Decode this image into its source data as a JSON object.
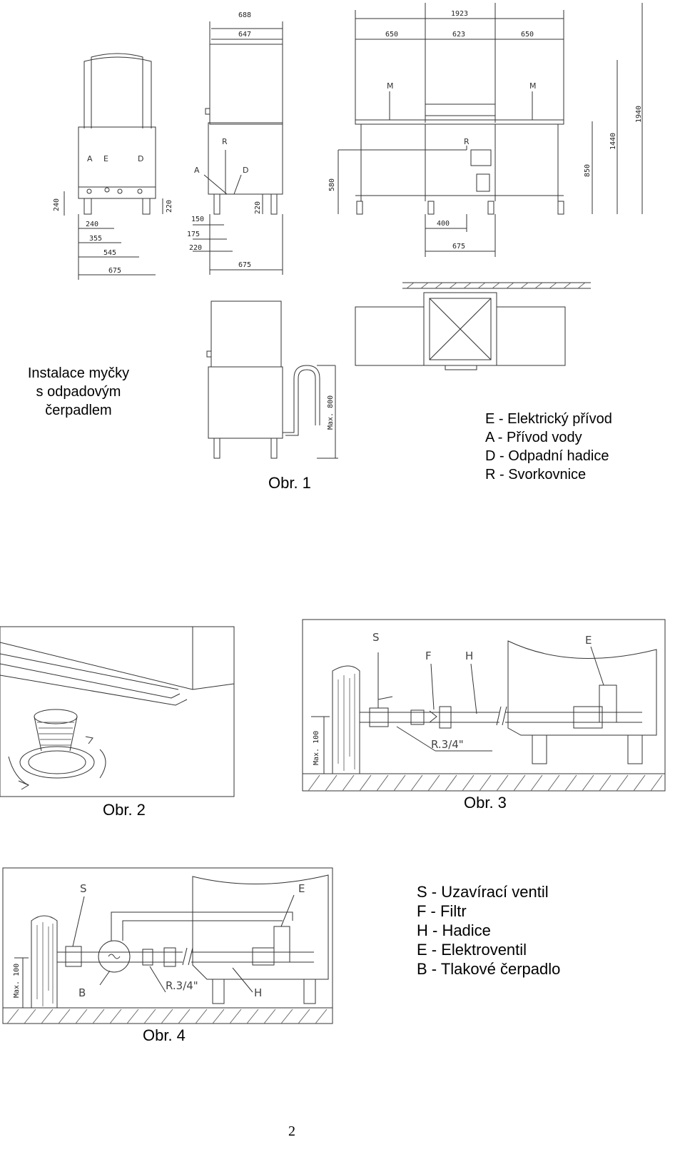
{
  "heading": [
    "Instalace myčky",
    "s odpadovým",
    "čerpadlem"
  ],
  "figures": {
    "obr1": "Obr. 1",
    "obr2": "Obr. 2",
    "obr3": "Obr. 3",
    "obr4": "Obr. 4"
  },
  "legend_connections": [
    "E - Elektrický přívod",
    "A - Přívod vody",
    "D - Odpadní hadice",
    "R - Svorkovnice"
  ],
  "legend_components": [
    "S - Uzavírací ventil",
    "F - Filtr",
    "H - Hadice",
    "E - Elektroventil",
    "B - Tlakové čerpadlo"
  ],
  "page_number": "2",
  "drawing_labels": {
    "front_view": {
      "dims_bottom": [
        "240",
        "355",
        "545",
        "675"
      ],
      "dims_side": [
        "240",
        "220"
      ],
      "points": [
        "A",
        "E",
        "D"
      ]
    },
    "side_view": {
      "dims_top": [
        "688",
        "647"
      ],
      "dims_bottom": [
        "150",
        "175",
        "220",
        "675"
      ],
      "dims_side": [
        "220"
      ],
      "points": [
        "R",
        "A",
        "D"
      ]
    },
    "table_view": {
      "dims_top": [
        "1923",
        "650",
        "623",
        "650"
      ],
      "dims_side": [
        "580",
        "850",
        "1440",
        "1940"
      ],
      "dims_bottom": [
        "400",
        "675"
      ],
      "points": [
        "M",
        "M",
        "R"
      ]
    },
    "drain_view": {
      "max": "Max. 800"
    },
    "obr3": {
      "labels": [
        "S",
        "F",
        "H",
        "E"
      ],
      "thread": "R.3/4\"",
      "max": "Max. 100"
    },
    "obr4": {
      "labels": [
        "S",
        "E",
        "B",
        "H"
      ],
      "thread": "R.3/4\"",
      "max": "Max. 100"
    }
  }
}
